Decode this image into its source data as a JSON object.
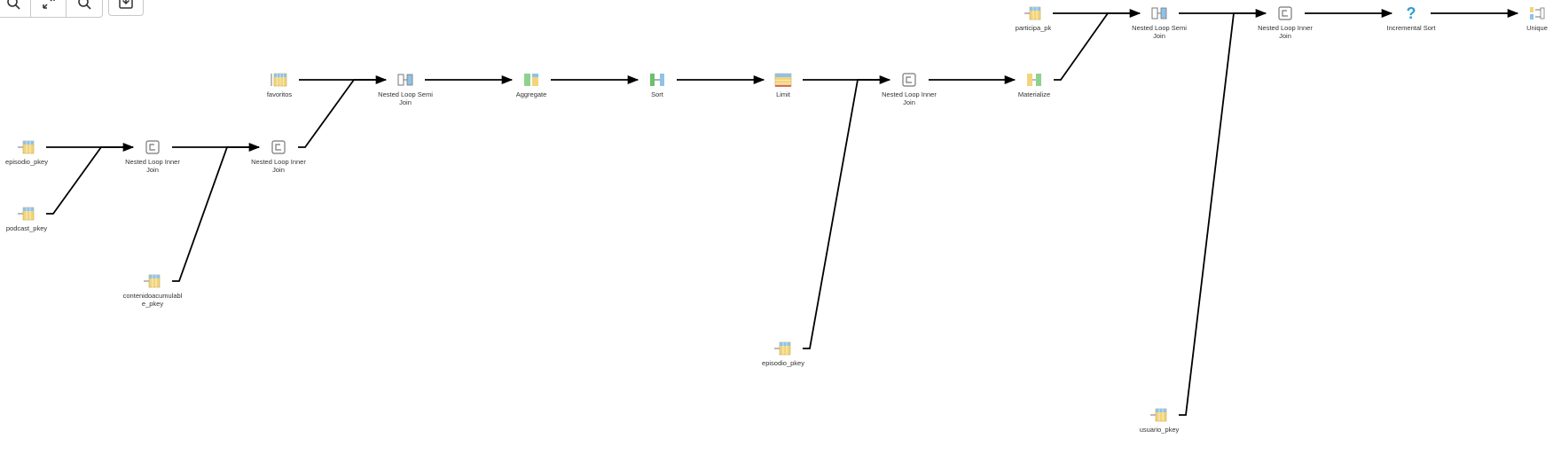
{
  "toolbar": {
    "buttons": [
      {
        "name": "zoom-in-button",
        "icon": "magnifier-icon"
      },
      {
        "name": "fit-button",
        "icon": "expand-arrows-icon"
      },
      {
        "name": "zoom-out-button",
        "icon": "magnifier-icon"
      },
      {
        "name": "download-button",
        "icon": "download-icon"
      }
    ]
  },
  "colors": {
    "edge": "#000000",
    "table_yellow": "#f2d47a",
    "table_blue": "#8fc2e8",
    "help_blue": "#2a9fd6",
    "node_gray": "#777777"
  },
  "nodes": [
    {
      "id": "participa_pk",
      "icon": "index-scan-icon",
      "label": [
        "participa_pk"
      ]
    },
    {
      "id": "nlsj2",
      "icon": "semi-join-icon",
      "label": [
        "Nested Loop Semi",
        "Join"
      ]
    },
    {
      "id": "nlij3",
      "icon": "inner-join-icon",
      "label": [
        "Nested Loop Inner",
        "Join"
      ]
    },
    {
      "id": "incsort",
      "icon": "question-icon",
      "label": [
        "Incremental Sort"
      ]
    },
    {
      "id": "unique",
      "icon": "unique-icon",
      "label": [
        "Unique"
      ]
    },
    {
      "id": "favoritos",
      "icon": "seq-scan-icon",
      "label": [
        "favoritos"
      ]
    },
    {
      "id": "nlsj1",
      "icon": "semi-join-icon",
      "label": [
        "Nested Loop Semi",
        "Join"
      ]
    },
    {
      "id": "aggregate",
      "icon": "aggregate-icon",
      "label": [
        "Aggregate"
      ]
    },
    {
      "id": "sort",
      "icon": "sort-icon",
      "label": [
        "Sort"
      ]
    },
    {
      "id": "limit",
      "icon": "limit-icon",
      "label": [
        "Limit"
      ]
    },
    {
      "id": "nlij_b",
      "icon": "inner-join-icon",
      "label": [
        "Nested Loop Inner",
        "Join"
      ]
    },
    {
      "id": "materialize",
      "icon": "materialize-icon",
      "label": [
        "Materialize"
      ]
    },
    {
      "id": "episodio_pkey1",
      "icon": "index-scan-icon",
      "label": [
        "episodio_pkey"
      ]
    },
    {
      "id": "nlij1",
      "icon": "inner-join-icon",
      "label": [
        "Nested Loop Inner",
        "Join"
      ]
    },
    {
      "id": "nlij2",
      "icon": "inner-join-icon",
      "label": [
        "Nested Loop Inner",
        "Join"
      ]
    },
    {
      "id": "podcast_pkey",
      "icon": "index-scan-icon",
      "label": [
        "podcast_pkey"
      ]
    },
    {
      "id": "contenido_pkey",
      "icon": "index-scan-icon",
      "label": [
        "contenidoacumulabl",
        "e_pkey"
      ]
    },
    {
      "id": "episodio_pkey2",
      "icon": "index-scan-icon",
      "label": [
        "episodio_pkey"
      ]
    },
    {
      "id": "usuario_pkey",
      "icon": "index-scan-icon",
      "label": [
        "usuario_pkey"
      ]
    }
  ],
  "edges": [
    [
      "participa_pk",
      "nlsj2"
    ],
    [
      "materialize",
      "nlsj2"
    ],
    [
      "nlsj2",
      "nlij3"
    ],
    [
      "usuario_pkey",
      "nlij3"
    ],
    [
      "nlij3",
      "incsort"
    ],
    [
      "incsort",
      "unique"
    ],
    [
      "favoritos",
      "nlsj1"
    ],
    [
      "nlij2",
      "nlsj1"
    ],
    [
      "nlsj1",
      "aggregate"
    ],
    [
      "aggregate",
      "sort"
    ],
    [
      "sort",
      "limit"
    ],
    [
      "limit",
      "nlij_b"
    ],
    [
      "episodio_pkey2",
      "nlij_b"
    ],
    [
      "nlij_b",
      "materialize"
    ],
    [
      "episodio_pkey1",
      "nlij1"
    ],
    [
      "podcast_pkey",
      "nlij1"
    ],
    [
      "nlij1",
      "nlij2"
    ],
    [
      "contenido_pkey",
      "nlij2"
    ]
  ]
}
